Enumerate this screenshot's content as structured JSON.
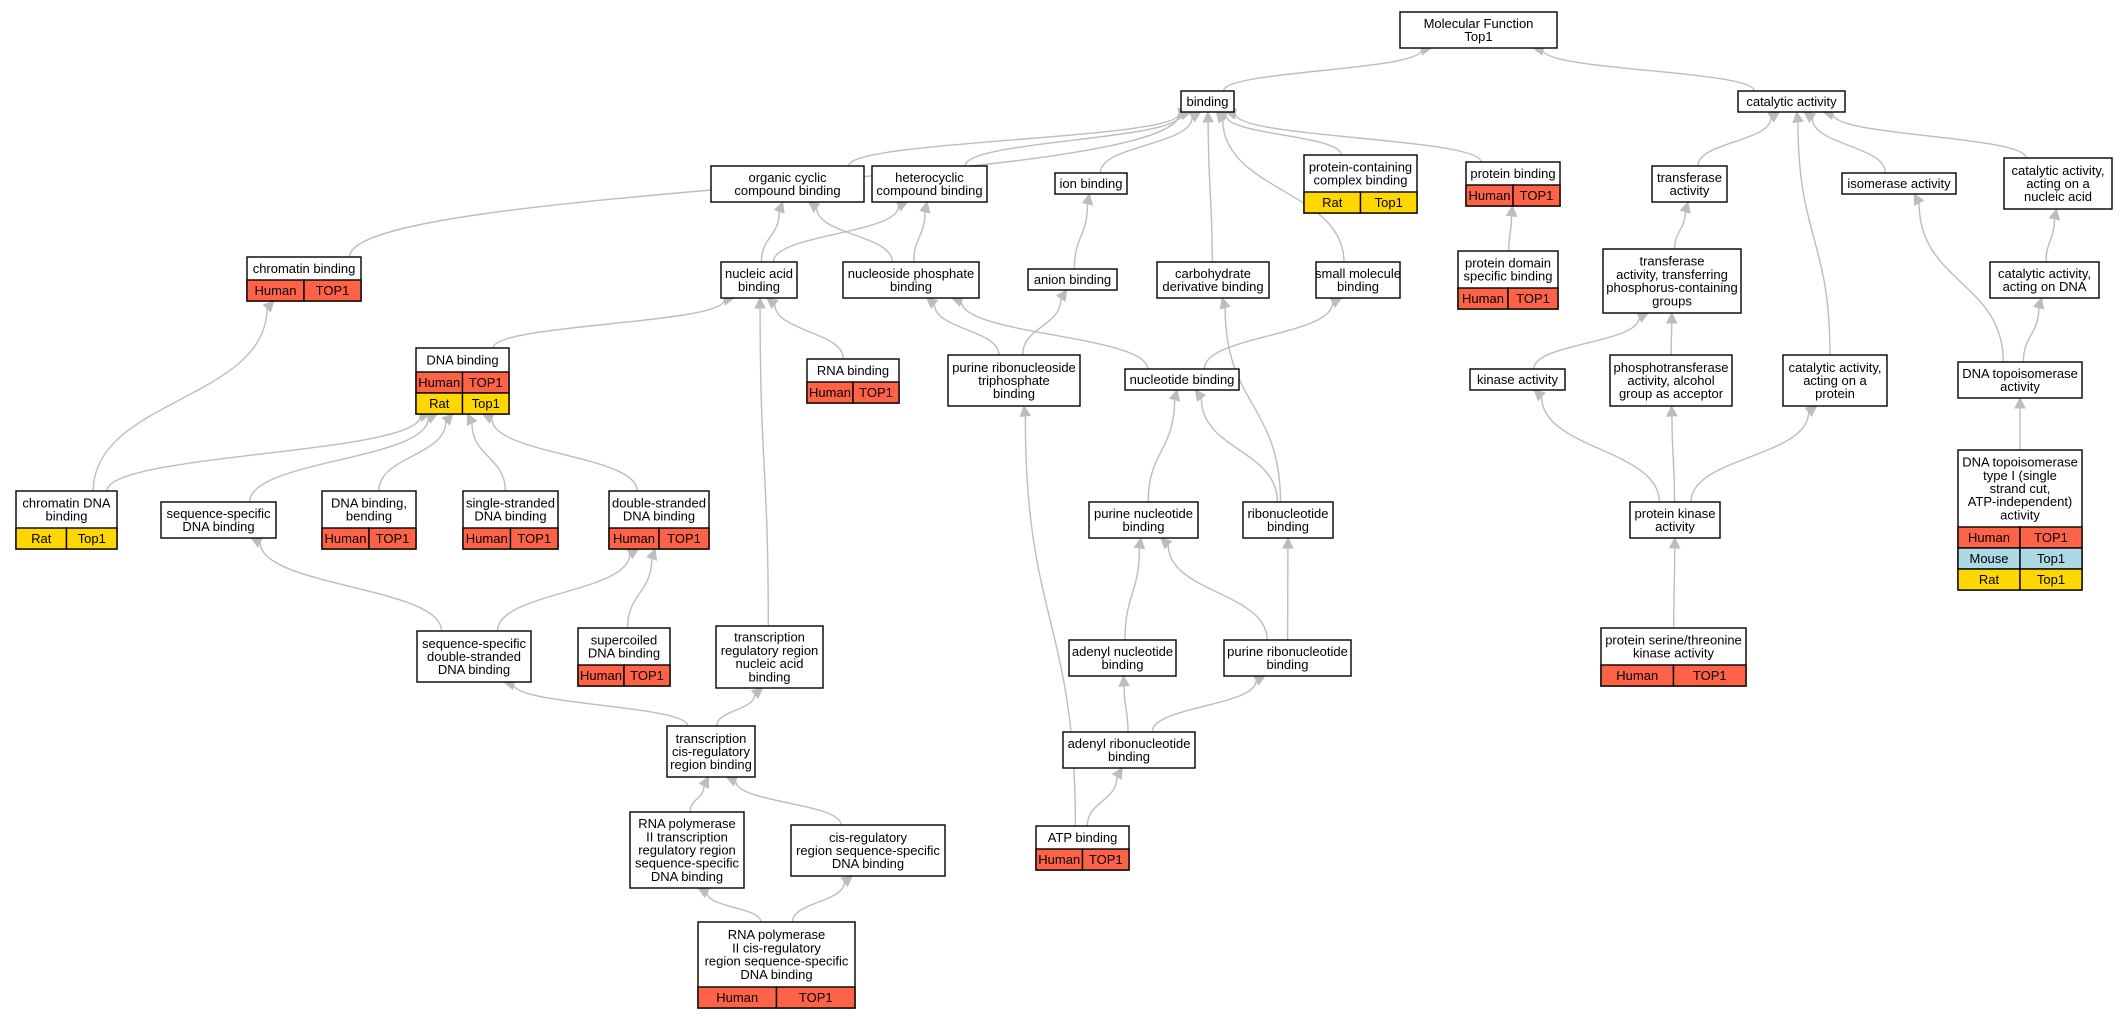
{
  "colors": {
    "Human": "#ff6347",
    "Rat": "#ffd700",
    "Mouse": "#add8e6",
    "edge": "#bdbdbd"
  },
  "nodes": [
    {
      "id": "mf",
      "label": [
        "Molecular Function",
        "Top1"
      ]
    },
    {
      "id": "bind",
      "label": [
        "binding"
      ]
    },
    {
      "id": "cat",
      "label": [
        "catalytic activity"
      ]
    },
    {
      "id": "org",
      "label": [
        "organic cyclic",
        "compound binding"
      ]
    },
    {
      "id": "het",
      "label": [
        "heterocyclic",
        "compound binding"
      ]
    },
    {
      "id": "ion",
      "label": [
        "ion binding"
      ]
    },
    {
      "id": "pcc",
      "label": [
        "protein-containing",
        "complex binding"
      ],
      "anno": [
        [
          "Rat",
          "Top1"
        ]
      ]
    },
    {
      "id": "prot",
      "label": [
        "protein binding"
      ],
      "anno": [
        [
          "Human",
          "TOP1"
        ]
      ]
    },
    {
      "id": "trf",
      "label": [
        "transferase",
        "activity"
      ]
    },
    {
      "id": "iso",
      "label": [
        "isomerase activity"
      ]
    },
    {
      "id": "catna",
      "label": [
        "catalytic activity,",
        "acting on a",
        "nucleic acid"
      ]
    },
    {
      "id": "chrom",
      "label": [
        "chromatin binding"
      ],
      "anno": [
        [
          "Human",
          "TOP1"
        ]
      ]
    },
    {
      "id": "na",
      "label": [
        "nucleic acid",
        "binding"
      ]
    },
    {
      "id": "nsp",
      "label": [
        "nucleoside phosphate",
        "binding"
      ]
    },
    {
      "id": "anion",
      "label": [
        "anion binding"
      ]
    },
    {
      "id": "carb",
      "label": [
        "carbohydrate",
        "derivative binding"
      ]
    },
    {
      "id": "small",
      "label": [
        "small molecule",
        "binding"
      ]
    },
    {
      "id": "pdom",
      "label": [
        "protein domain",
        "specific binding"
      ],
      "anno": [
        [
          "Human",
          "TOP1"
        ]
      ]
    },
    {
      "id": "trfp",
      "label": [
        "transferase",
        "activity, transferring",
        "phosphorus-containing",
        "groups"
      ]
    },
    {
      "id": "catdna",
      "label": [
        "catalytic activity,",
        "acting on DNA"
      ]
    },
    {
      "id": "dna",
      "label": [
        "DNA binding"
      ],
      "anno": [
        [
          "Human",
          "TOP1"
        ],
        [
          "Rat",
          "Top1"
        ]
      ]
    },
    {
      "id": "rna",
      "label": [
        "RNA binding"
      ],
      "anno": [
        [
          "Human",
          "TOP1"
        ]
      ]
    },
    {
      "id": "prnt",
      "label": [
        "purine ribonucleoside",
        "triphosphate",
        "binding"
      ]
    },
    {
      "id": "nucl",
      "label": [
        "nucleotide binding"
      ]
    },
    {
      "id": "kin",
      "label": [
        "kinase activity"
      ]
    },
    {
      "id": "phos",
      "label": [
        "phosphotransferase",
        "activity, alcohol",
        "group as acceptor"
      ]
    },
    {
      "id": "catprot",
      "label": [
        "catalytic activity,",
        "acting on a",
        "protein"
      ]
    },
    {
      "id": "topo",
      "label": [
        "DNA topoisomerase",
        "activity"
      ]
    },
    {
      "id": "chdna",
      "label": [
        "chromatin DNA",
        "binding"
      ],
      "anno": [
        [
          "Rat",
          "Top1"
        ]
      ]
    },
    {
      "id": "ssdna",
      "label": [
        "sequence-specific",
        "DNA binding"
      ]
    },
    {
      "id": "bend",
      "label": [
        "DNA binding,",
        "bending"
      ],
      "anno": [
        [
          "Human",
          "TOP1"
        ]
      ]
    },
    {
      "id": "sstr",
      "label": [
        "single-stranded",
        "DNA binding"
      ],
      "anno": [
        [
          "Human",
          "TOP1"
        ]
      ]
    },
    {
      "id": "dstr",
      "label": [
        "double-stranded",
        "DNA binding"
      ],
      "anno": [
        [
          "Human",
          "TOP1"
        ]
      ]
    },
    {
      "id": "purn",
      "label": [
        "purine nucleotide",
        "binding"
      ]
    },
    {
      "id": "ribo",
      "label": [
        "ribonucleotide",
        "binding"
      ]
    },
    {
      "id": "pk",
      "label": [
        "protein kinase",
        "activity"
      ]
    },
    {
      "id": "topo1",
      "label": [
        "DNA topoisomerase",
        "type I (single",
        "strand cut,",
        "ATP-independent)",
        "activity"
      ],
      "anno": [
        [
          "Human",
          "TOP1"
        ],
        [
          "Mouse",
          "Top1"
        ],
        [
          "Rat",
          "Top1"
        ]
      ]
    },
    {
      "id": "ssds",
      "label": [
        "sequence-specific",
        "double-stranded",
        "DNA binding"
      ]
    },
    {
      "id": "super",
      "label": [
        "supercoiled",
        "DNA binding"
      ],
      "anno": [
        [
          "Human",
          "TOP1"
        ]
      ]
    },
    {
      "id": "trna",
      "label": [
        "transcription",
        "regulatory region",
        "nucleic acid",
        "binding"
      ]
    },
    {
      "id": "adn",
      "label": [
        "adenyl nucleotide",
        "binding"
      ]
    },
    {
      "id": "prib",
      "label": [
        "purine ribonucleotide",
        "binding"
      ]
    },
    {
      "id": "pst",
      "label": [
        "protein serine/threonine",
        "kinase activity"
      ],
      "anno": [
        [
          "Human",
          "TOP1"
        ]
      ]
    },
    {
      "id": "tcis",
      "label": [
        "transcription",
        "cis-regulatory",
        "region binding"
      ]
    },
    {
      "id": "arib",
      "label": [
        "adenyl ribonucleotide",
        "binding"
      ]
    },
    {
      "id": "rnap",
      "label": [
        "RNA polymerase",
        "II transcription",
        "regulatory region",
        "sequence-specific",
        "DNA binding"
      ]
    },
    {
      "id": "cisr",
      "label": [
        "cis-regulatory",
        "region sequence-specific",
        "DNA binding"
      ]
    },
    {
      "id": "atp",
      "label": [
        "ATP binding"
      ],
      "anno": [
        [
          "Human",
          "TOP1"
        ]
      ]
    },
    {
      "id": "rnapc",
      "label": [
        "RNA polymerase",
        "II cis-regulatory",
        "region sequence-specific",
        "DNA binding"
      ],
      "anno": [
        [
          "Human",
          "TOP1"
        ]
      ]
    }
  ],
  "edges": [
    [
      "bind",
      "mf"
    ],
    [
      "cat",
      "mf"
    ],
    [
      "org",
      "bind"
    ],
    [
      "het",
      "bind"
    ],
    [
      "ion",
      "bind"
    ],
    [
      "pcc",
      "bind"
    ],
    [
      "prot",
      "bind"
    ],
    [
      "chrom",
      "bind"
    ],
    [
      "carb",
      "bind"
    ],
    [
      "small",
      "bind"
    ],
    [
      "trf",
      "cat"
    ],
    [
      "iso",
      "cat"
    ],
    [
      "catna",
      "cat"
    ],
    [
      "catprot",
      "cat"
    ],
    [
      "na",
      "org"
    ],
    [
      "na",
      "het"
    ],
    [
      "nsp",
      "org"
    ],
    [
      "nsp",
      "het"
    ],
    [
      "anion",
      "ion"
    ],
    [
      "pdom",
      "prot"
    ],
    [
      "trfp",
      "trf"
    ],
    [
      "catdna",
      "catna"
    ],
    [
      "dna",
      "na"
    ],
    [
      "rna",
      "na"
    ],
    [
      "trna",
      "na"
    ],
    [
      "prnt",
      "nsp"
    ],
    [
      "prnt",
      "anion"
    ],
    [
      "nucl",
      "nsp"
    ],
    [
      "nucl",
      "small"
    ],
    [
      "ribo",
      "carb"
    ],
    [
      "kin",
      "trfp"
    ],
    [
      "phos",
      "trfp"
    ],
    [
      "topo",
      "catdna"
    ],
    [
      "topo",
      "iso"
    ],
    [
      "chdna",
      "chrom"
    ],
    [
      "chdna",
      "dna"
    ],
    [
      "ssdna",
      "dna"
    ],
    [
      "bend",
      "dna"
    ],
    [
      "sstr",
      "dna"
    ],
    [
      "dstr",
      "dna"
    ],
    [
      "purn",
      "nucl"
    ],
    [
      "ribo",
      "nucl"
    ],
    [
      "pk",
      "kin"
    ],
    [
      "pk",
      "phos"
    ],
    [
      "pk",
      "catprot"
    ],
    [
      "topo1",
      "topo"
    ],
    [
      "ssds",
      "ssdna"
    ],
    [
      "ssds",
      "dstr"
    ],
    [
      "super",
      "dstr"
    ],
    [
      "adn",
      "purn"
    ],
    [
      "prib",
      "purn"
    ],
    [
      "prib",
      "ribo"
    ],
    [
      "pst",
      "pk"
    ],
    [
      "tcis",
      "ssds"
    ],
    [
      "tcis",
      "trna"
    ],
    [
      "arib",
      "adn"
    ],
    [
      "arib",
      "prib"
    ],
    [
      "rnap",
      "tcis"
    ],
    [
      "cisr",
      "tcis"
    ],
    [
      "atp",
      "arib"
    ],
    [
      "atp",
      "prnt"
    ],
    [
      "rnapc",
      "rnap"
    ],
    [
      "rnapc",
      "cisr"
    ]
  ]
}
